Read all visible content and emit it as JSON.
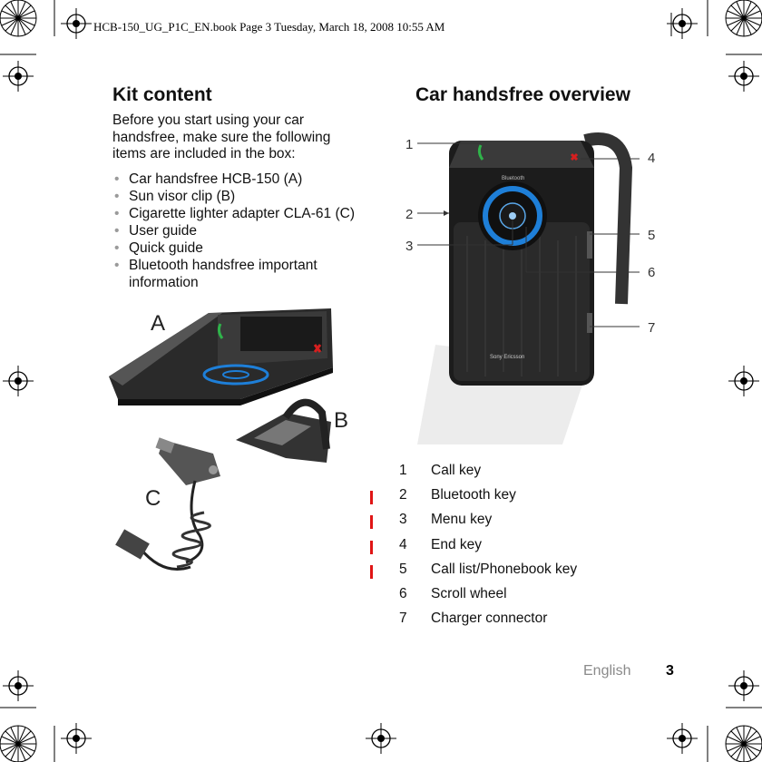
{
  "header": {
    "file_line": "HCB-150_UG_P1C_EN.book  Page 3  Tuesday, March 18, 2008  10:55 AM"
  },
  "kit": {
    "title": "Kit content",
    "intro": "Before you start using your car handsfree, make sure the following items are included in the box:",
    "items": [
      "Car handsfree HCB-150 (A)",
      "Sun visor clip (B)",
      "Cigarette lighter adapter CLA-61 (C)",
      "User guide",
      "Quick guide",
      "Bluetooth handsfree important information"
    ],
    "figure_labels": {
      "a": "A",
      "b": "B",
      "c": "C"
    }
  },
  "overview": {
    "title": "Car handsfree overview",
    "callouts": [
      "1",
      "2",
      "3",
      "4",
      "5",
      "6",
      "7"
    ],
    "legend": [
      {
        "num": "1",
        "label": "Call key"
      },
      {
        "num": "2",
        "label": "Bluetooth key"
      },
      {
        "num": "3",
        "label": "Menu key"
      },
      {
        "num": "4",
        "label": "End key"
      },
      {
        "num": "5",
        "label": "Call list/Phonebook key"
      },
      {
        "num": "6",
        "label": "Scroll wheel"
      },
      {
        "num": "7",
        "label": "Charger connector"
      }
    ]
  },
  "footer": {
    "language": "English",
    "page_number": "3"
  },
  "colors": {
    "accent_blue": "#1e7fd8",
    "change_bar_red": "#e01515",
    "call_green": "#2fb34a",
    "end_red": "#d61f1f"
  },
  "icons": [
    "registration-mark-icon",
    "crop-mark-icon",
    "call-key-icon",
    "end-key-icon"
  ]
}
